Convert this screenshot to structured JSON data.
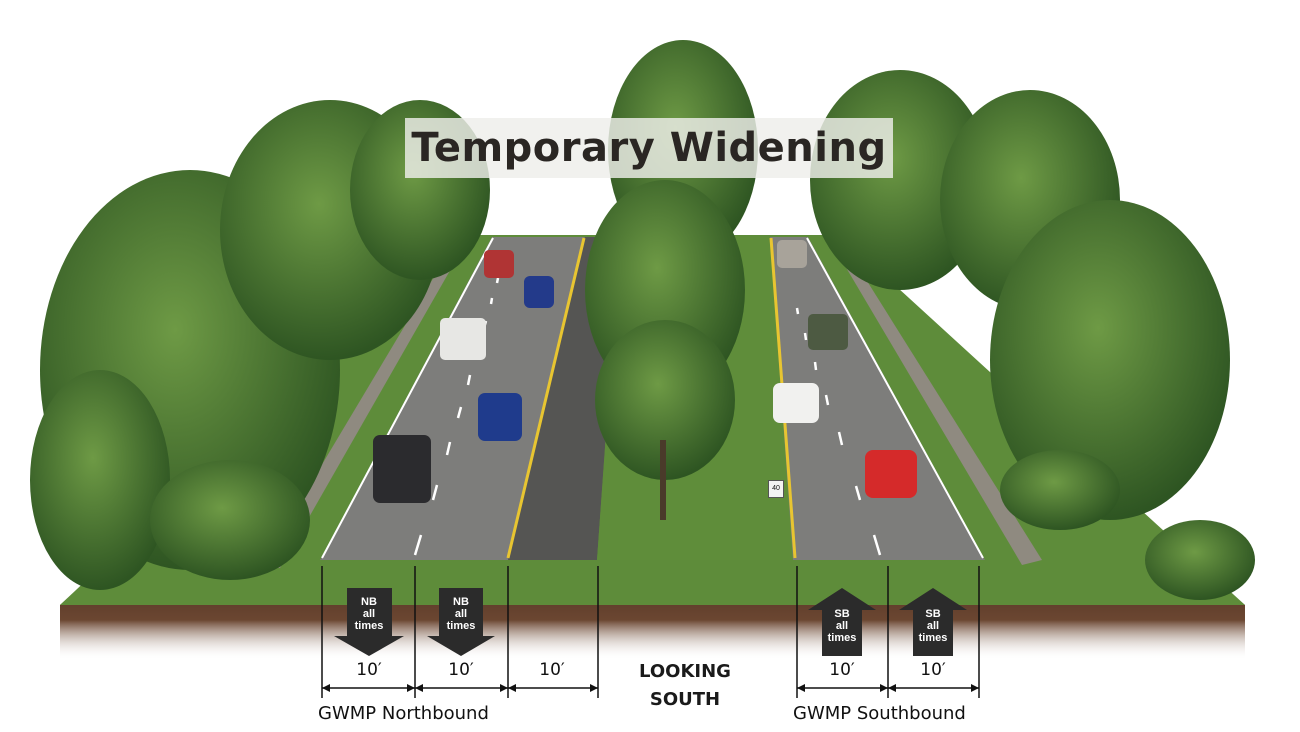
{
  "title": "Temporary Widening",
  "looking_label": [
    "LOOKING",
    "SOUTH"
  ],
  "northbound": {
    "caption": "GWMP Northbound",
    "arrows": [
      {
        "lines": [
          "NB",
          "all",
          "times"
        ],
        "direction": "down"
      },
      {
        "lines": [
          "NB",
          "all",
          "times"
        ],
        "direction": "down"
      }
    ],
    "widths": [
      "10′",
      "10′",
      "10′"
    ]
  },
  "southbound": {
    "caption": "GWMP Southbound",
    "arrows": [
      {
        "lines": [
          "SB",
          "all",
          "times"
        ],
        "direction": "up"
      },
      {
        "lines": [
          "SB",
          "all",
          "times"
        ],
        "direction": "up"
      }
    ],
    "widths": [
      "10′",
      "10′"
    ]
  },
  "speed_sign": "40",
  "colors": {
    "asphalt": "#7d7d7b",
    "asphalt_dark": "#555553",
    "grass": "#5e8c3a",
    "soil": "#5a3a28",
    "tree": "#3f6a2c",
    "tree_light": "#6e9a45",
    "lane_yellow": "#e8c531",
    "arrow_fill": "#2b2b2b"
  }
}
